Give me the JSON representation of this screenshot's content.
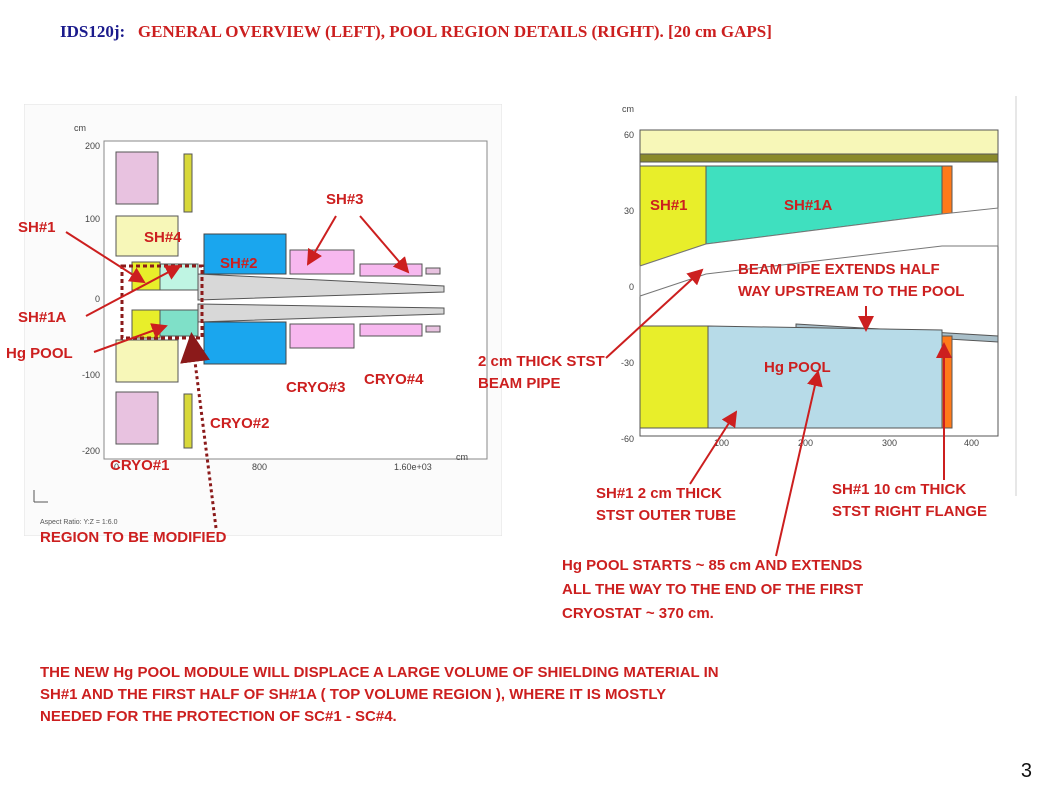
{
  "title": {
    "prefix": "IDS120j:",
    "text": "GENERAL OVERVIEW (LEFT), POOL REGION DETAILS (RIGHT).  [20 cm GAPS]"
  },
  "left_plot": {
    "axis_unit_top": "cm",
    "y_ticks": [
      "200",
      "100",
      "0",
      "-100",
      "-200"
    ],
    "x_ticks": [
      "0",
      "800",
      "1.60e+03"
    ],
    "x_unit": "cm",
    "aspect_text": "Aspect Ratio: Y:Z = 1:6.0",
    "labels": {
      "sh1": "SH#1",
      "sh4": "SH#4",
      "sh2": "SH#2",
      "sh3": "SH#3",
      "sh1a": "SH#1A",
      "hg_pool": "Hg POOL",
      "cryo1": "CRYO#1",
      "cryo2": "CRYO#2",
      "cryo3": "CRYO#3",
      "cryo4": "CRYO#4",
      "region": "REGION TO BE MODIFIED"
    }
  },
  "right_plot": {
    "axis_unit_top": "cm",
    "y_ticks": [
      "60",
      "30",
      "0",
      "-30",
      "-60"
    ],
    "x_ticks": [
      "100",
      "200",
      "300",
      "400"
    ],
    "x_unit": "cm",
    "labels": {
      "sh1": "SH#1",
      "sh1a": "SH#1A",
      "hg_pool": "Hg POOL",
      "beam_pipe_note_1": "BEAM PIPE EXTENDS HALF",
      "beam_pipe_note_2": "WAY UPSTREAM TO THE POOL",
      "stst_pipe_1": "2 cm THICK STST",
      "stst_pipe_2": "BEAM PIPE",
      "outer_tube_1": "SH#1  2 cm THICK",
      "outer_tube_2": "STST  OUTER TUBE",
      "flange_1": "SH#1  10 cm THICK",
      "flange_2": "STST  RIGHT FLANGE",
      "pool_note_1": "Hg POOL STARTS  ~  85 cm AND EXTENDS",
      "pool_note_2": "ALL THE WAY TO THE END OF THE FIRST",
      "pool_note_3": "CRYOSTAT  ~  370 cm."
    }
  },
  "footer": {
    "line1": "THE  NEW Hg  POOL MODULE WILL DISPLACE A LARGE VOLUME OF SHIELDING MATERIAL  IN",
    "line2": "SH#1  AND  THE FIRST HALF OF  SH#1A  ( TOP VOLUME  REGION ),   WHERE IT IS MOSTLY",
    "line3": "NEEDED  FOR THE PROTECTION OF SC#1 - SC#4."
  },
  "page_number": "3",
  "colors": {
    "label_red": "#cc1f1f",
    "title_blue": "#1a1a8c",
    "sh1_yellow": "#e8ee2a",
    "sh1a_teal": "#3fe0bf",
    "hg_pool_blue": "#b7dbe8",
    "sh2_blue": "#1aa6ee",
    "sh3_pink": "#f7b8ef",
    "sh4_cream": "#f7f7b8"
  }
}
